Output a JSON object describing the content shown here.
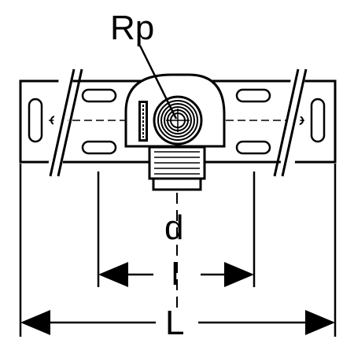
{
  "labels": {
    "thread": "Rp",
    "diameter": "d",
    "inner_length": "l",
    "total_length": "L"
  }
}
